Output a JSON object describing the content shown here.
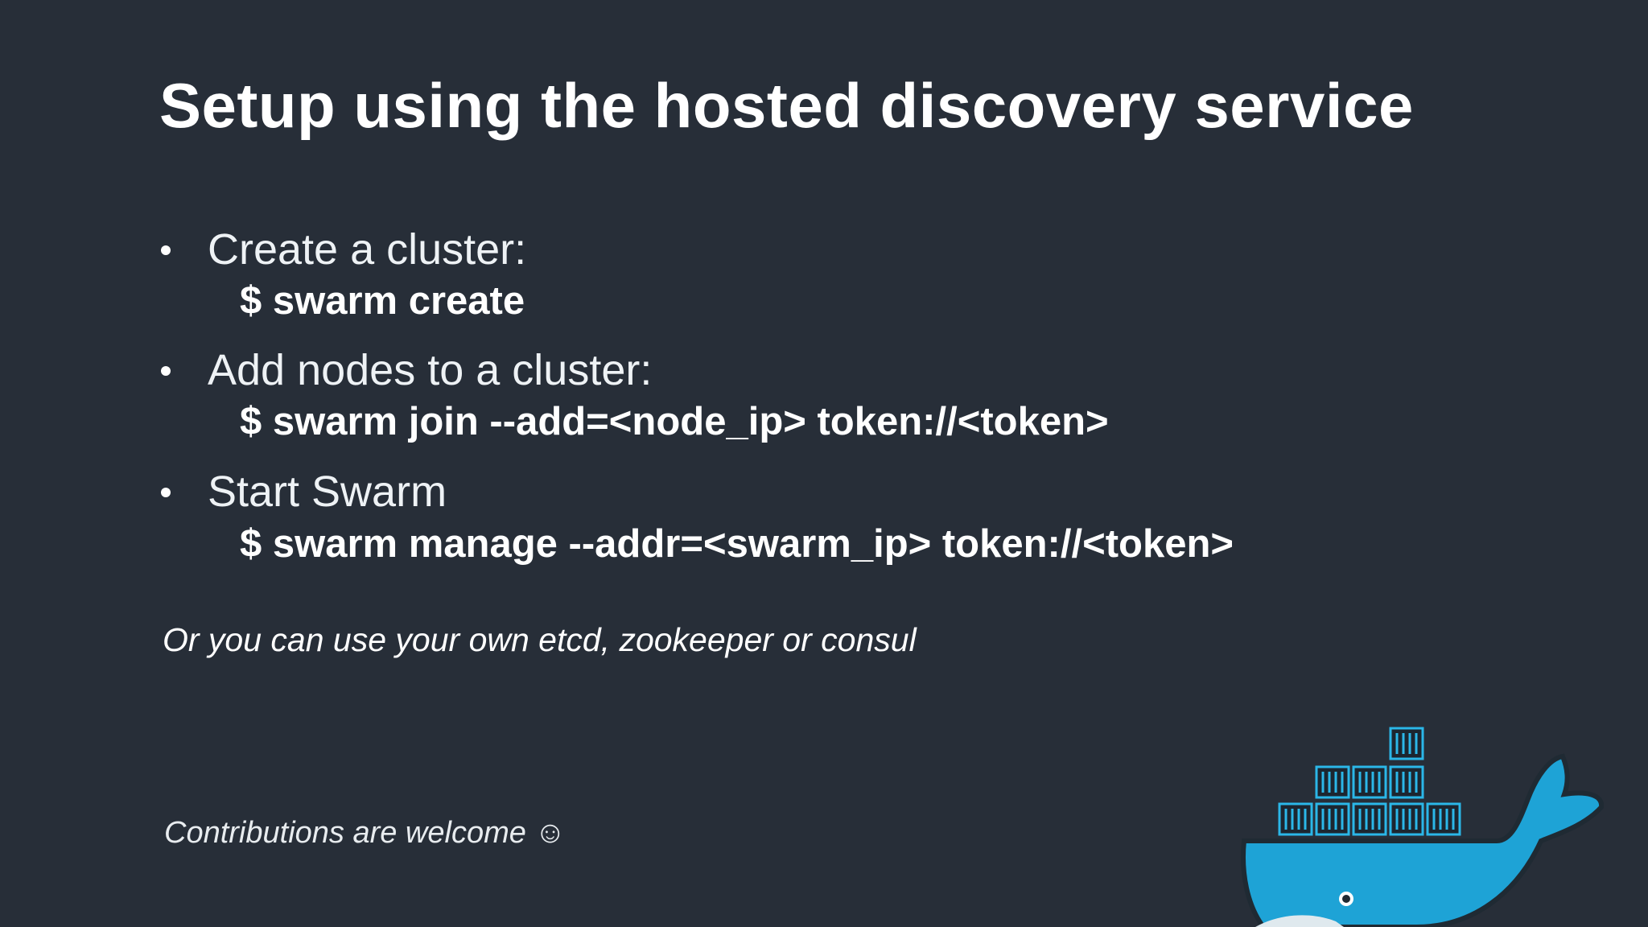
{
  "slide": {
    "title": "Setup using the hosted discovery service",
    "bullets": [
      {
        "label": "Create a cluster:",
        "command": "$ swarm create"
      },
      {
        "label": "Add nodes to a cluster:",
        "command": "$ swarm join  --add=<node_ip> token://<token>"
      },
      {
        "label": "Start Swarm",
        "command": "$ swarm manage --addr=<swarm_ip> token://<token>"
      }
    ],
    "note": "Or you can use your own etcd, zookeeper or consul",
    "footer": "Contributions are welcome ☺",
    "logo_icon": "docker-whale-icon"
  },
  "colors": {
    "background": "#272e38",
    "text": "#ffffff",
    "whale_blue": "#1ea3d6",
    "container_blue": "#2bb7e8"
  }
}
